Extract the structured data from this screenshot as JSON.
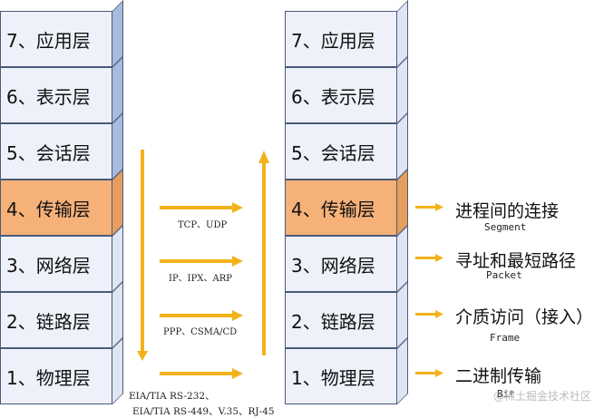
{
  "layers": [
    {
      "label": "7、应用层",
      "highlight": false
    },
    {
      "label": "6、表示层",
      "highlight": false
    },
    {
      "label": "5、会话层",
      "highlight": false
    },
    {
      "label": "4、传输层",
      "highlight": true
    },
    {
      "label": "3、网络层",
      "highlight": false
    },
    {
      "label": "2、链路层",
      "highlight": false
    },
    {
      "label": "1、物理层",
      "highlight": false
    }
  ],
  "right_labels": [
    {
      "text": "进程间的连接",
      "unit": "Segment"
    },
    {
      "text": "寻址和最短路径",
      "unit": "Packet"
    },
    {
      "text": "介质访问（接入）",
      "unit": "Frame"
    },
    {
      "text": "二进制传输",
      "unit": "Bit"
    }
  ],
  "protocols": {
    "transport": "TCP、UDP",
    "network": "IP、IPX、ARP",
    "link": "PPP、CSMA/CD",
    "physical_line1": "EIA/TIA RS-232、",
    "physical_line2": "EIA/TIA RS-449、V.35、RJ-45"
  },
  "watermark": "@稀土掘金技术社区",
  "colors": {
    "layer_fill": "#eef1fa",
    "layer_highlight": "#f6b179",
    "side_shade": "#a9bbdf",
    "arrow": "#f3b21b"
  }
}
